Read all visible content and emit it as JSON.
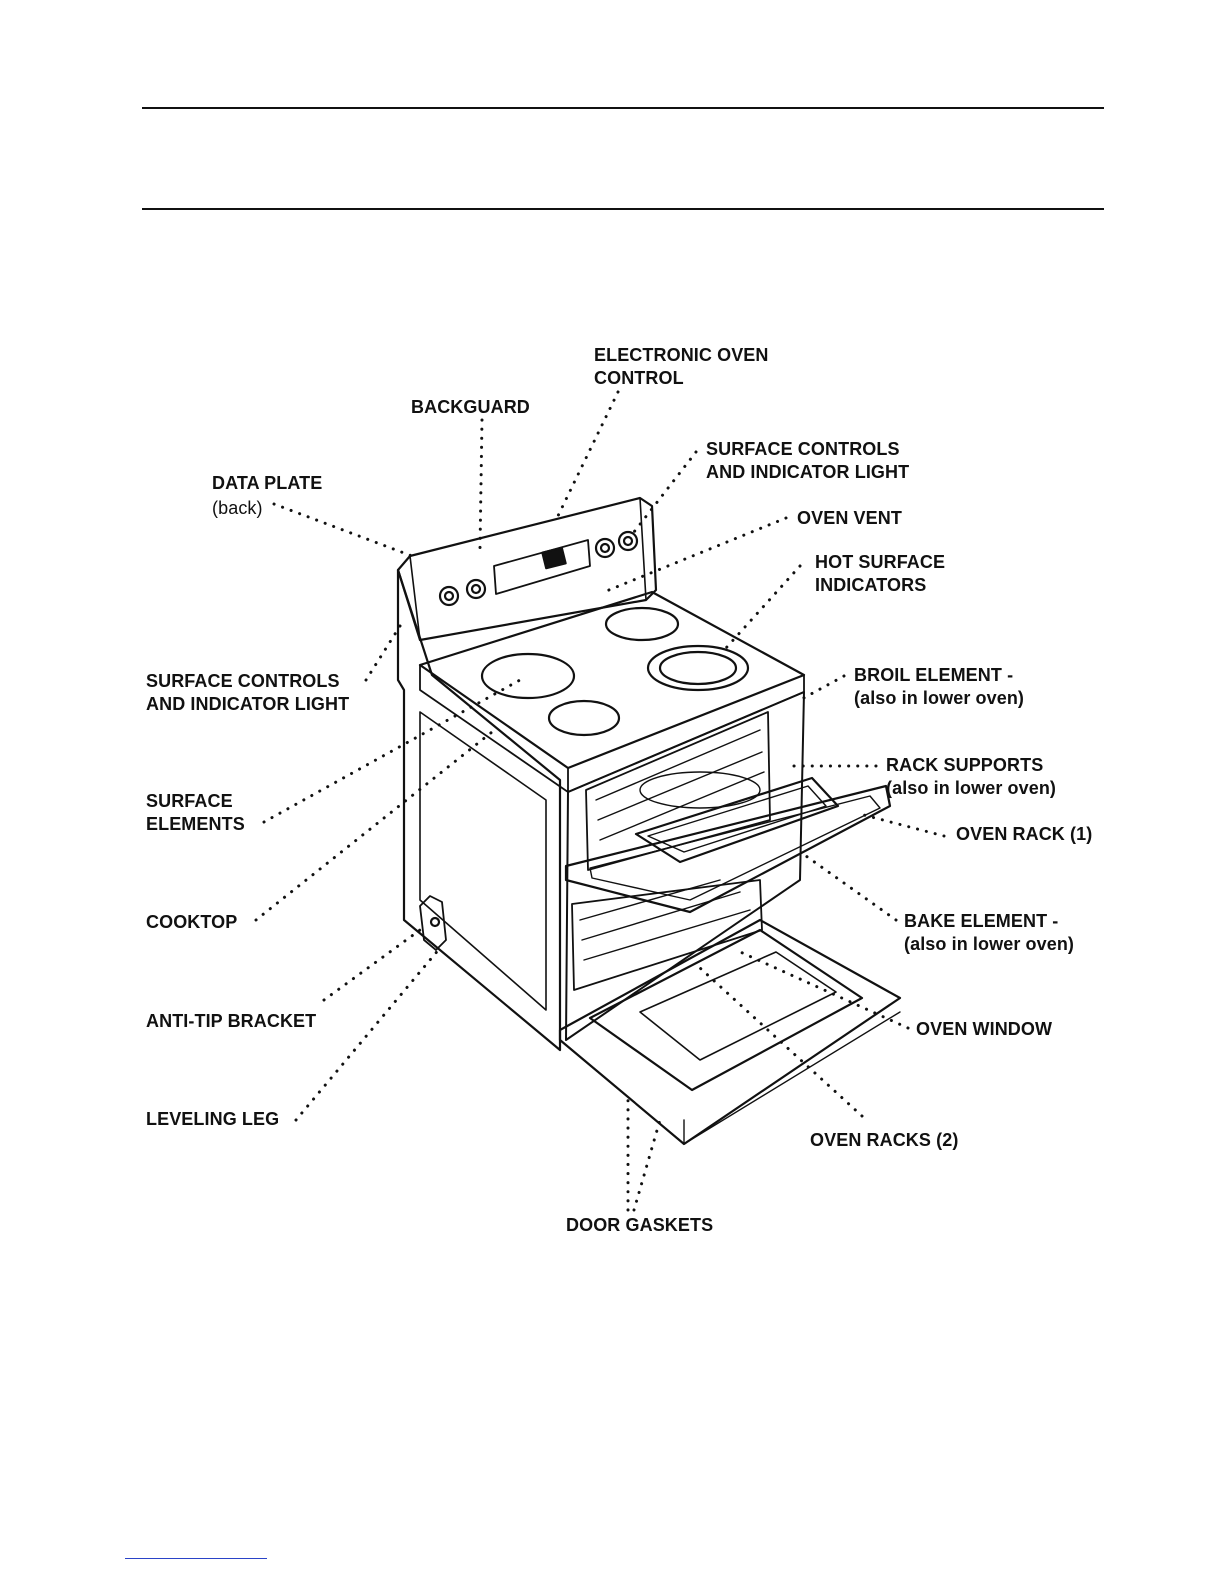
{
  "labels": {
    "electronic_oven_control": [
      "ELECTRONIC OVEN",
      "CONTROL"
    ],
    "backguard": "BACKGUARD",
    "surface_controls_top": [
      "SURFACE CONTROLS",
      "AND INDICATOR LIGHT"
    ],
    "data_plate": "DATA PLATE",
    "data_plate_note": "(back)",
    "oven_vent": "OVEN VENT",
    "hot_surface_indicators": [
      "HOT SURFACE",
      "INDICATORS"
    ],
    "surface_controls_left": [
      "SURFACE CONTROLS",
      "AND INDICATOR LIGHT"
    ],
    "broil_element": [
      "BROIL ELEMENT -",
      "(also in lower oven)"
    ],
    "rack_supports": [
      "RACK SUPPORTS",
      "(also in lower oven)"
    ],
    "surface_elements": [
      "SURFACE",
      "ELEMENTS"
    ],
    "oven_rack_1": "OVEN RACK (1)",
    "cooktop": "COOKTOP",
    "bake_element": [
      "BAKE ELEMENT -",
      "(also in lower oven)"
    ],
    "anti_tip_bracket": "ANTI-TIP BRACKET",
    "oven_window": "OVEN WINDOW",
    "leveling_leg": "LEVELING LEG",
    "oven_racks_2": "OVEN RACKS (2)",
    "door_gaskets": "DOOR GASKETS"
  },
  "colors": {
    "ink": "#111111",
    "link": "#2a43c8"
  }
}
